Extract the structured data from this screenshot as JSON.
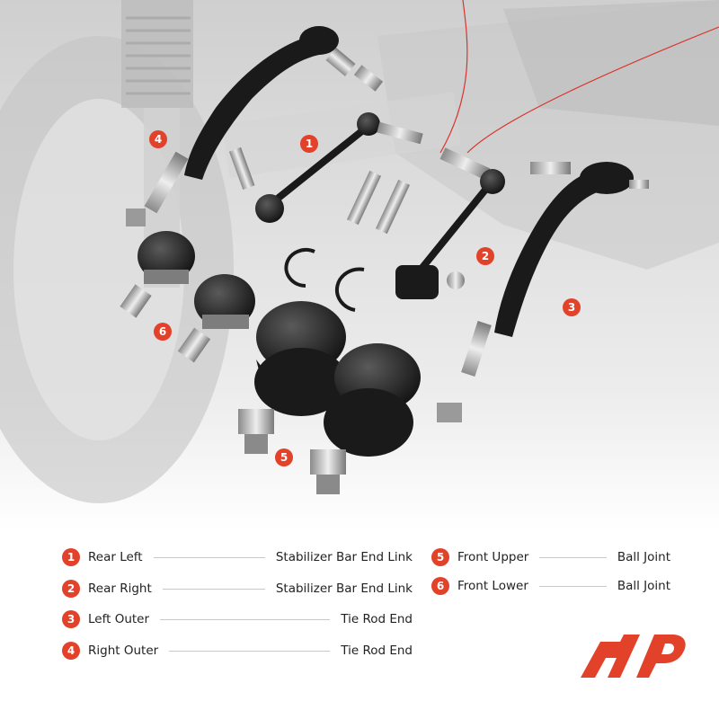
{
  "colors": {
    "accent": "#e2412a",
    "part_black": "#1a1a1a",
    "chrome": "#bdbdbd",
    "background_grey": "#d9d9d9"
  },
  "callouts": [
    "1",
    "2",
    "3",
    "4",
    "5",
    "6"
  ],
  "legend": [
    {
      "num": "1",
      "position": "Rear Left",
      "part": "Stabilizer Bar End Link"
    },
    {
      "num": "2",
      "position": "Rear Right",
      "part": "Stabilizer Bar End Link"
    },
    {
      "num": "3",
      "position": "Left Outer",
      "part": "Tie Rod End"
    },
    {
      "num": "4",
      "position": "Right Outer",
      "part": "Tie Rod End"
    },
    {
      "num": "5",
      "position": "Front Upper",
      "part": "Ball Joint"
    },
    {
      "num": "6",
      "position": "Front Lower",
      "part": "Ball Joint"
    }
  ],
  "logo": {
    "icon": "ap-brand-logo"
  }
}
